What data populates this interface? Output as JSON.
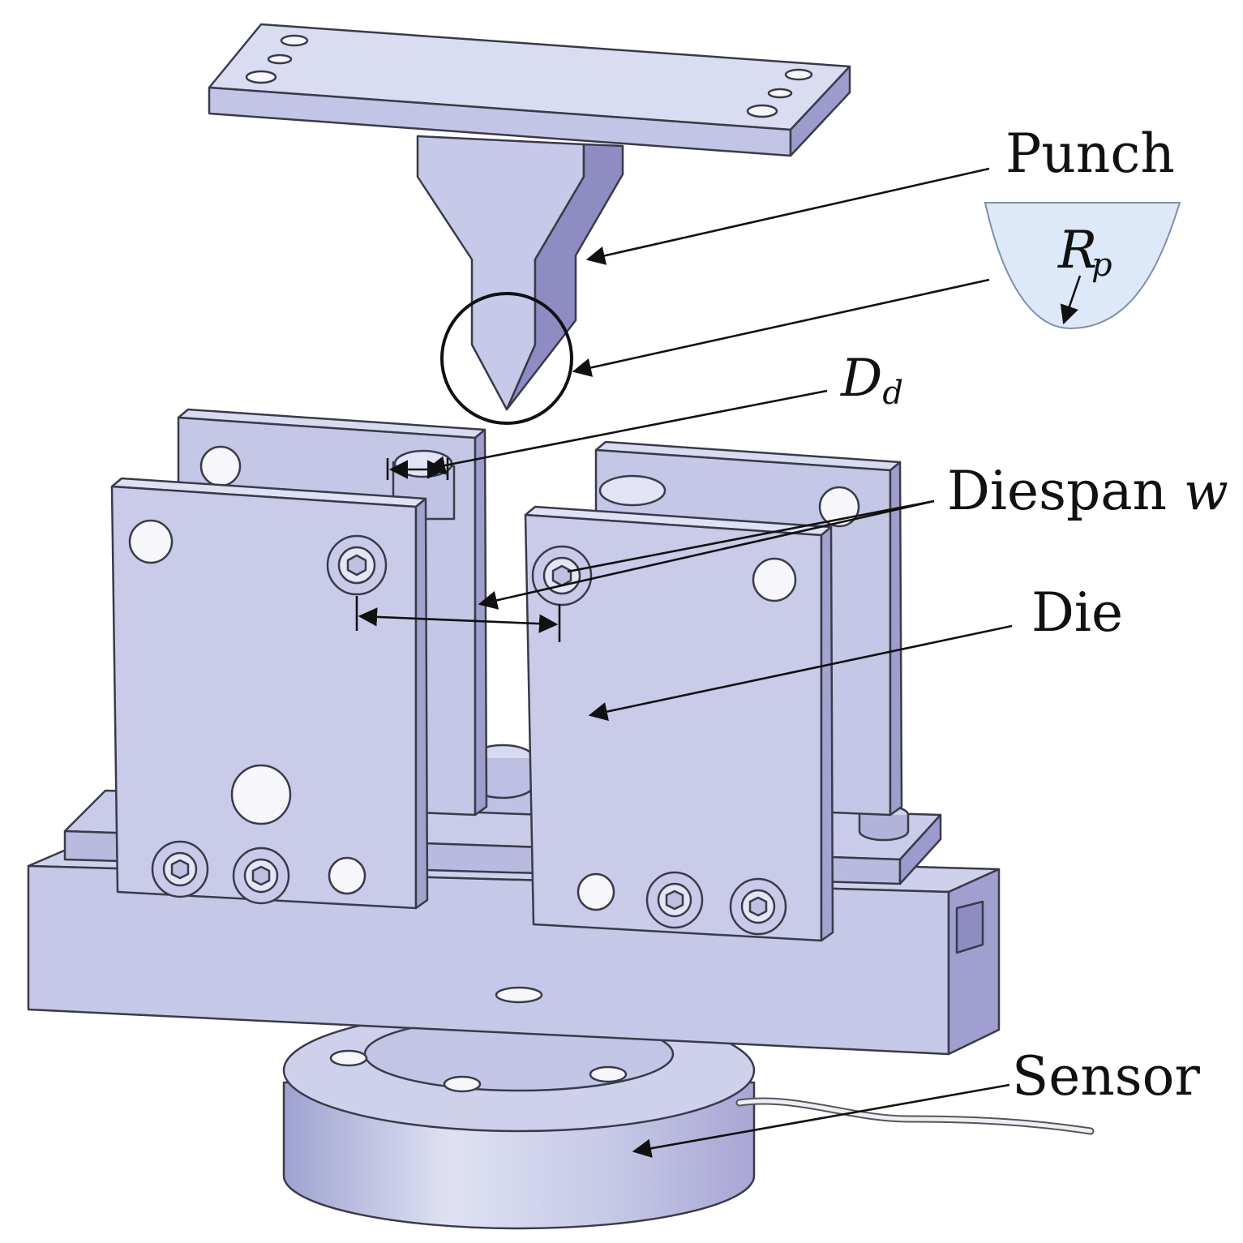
{
  "labels": {
    "punch": "Punch",
    "punch_radius_symbol": "R",
    "punch_radius_subscript": "p",
    "die_diameter_symbol": "D",
    "die_diameter_subscript": "d",
    "diespan_text": "Diespan",
    "diespan_symbol": "w",
    "die": "Die",
    "sensor": "Sensor"
  },
  "colors": {
    "metal_light": "#c8cbe8",
    "metal_mid": "#b5b8dc",
    "metal_dark": "#9b9ccb",
    "inset_fill": "#dde8f8",
    "line": "#111111"
  }
}
